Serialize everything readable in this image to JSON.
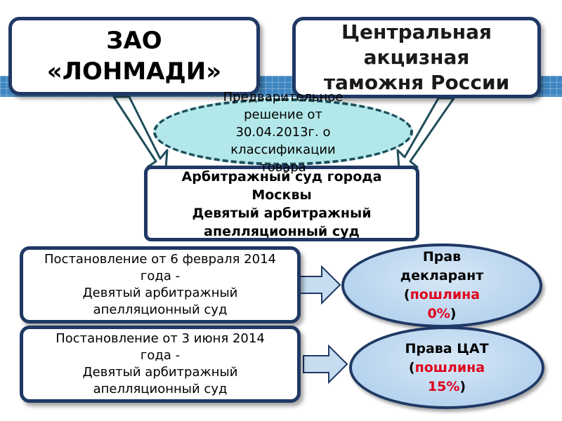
{
  "company": {
    "line1": "ЗАО",
    "line2": "«ЛОНМАДИ»"
  },
  "customs": {
    "line1": "Центральная",
    "line2": "акцизная",
    "line3": "таможня России"
  },
  "decision": {
    "text": "Предварительное решение от 30.04.2013г. о классификации товара"
  },
  "court": {
    "line1": "Арбитражный суд города",
    "line2": "Москвы",
    "line3": "Девятый арбитражный",
    "line4": "апелляционный суд"
  },
  "rulings": [
    {
      "line1": "Постановление от 6 февраля 2014",
      "line2": "года -",
      "line3": "Девятый арбитражный",
      "line4": "апелляционный суд"
    },
    {
      "line1": "Постановление от 3 июня 2014",
      "line2": "года -",
      "line3": "Девятый арбитражный",
      "line4": "апелляционный суд"
    }
  ],
  "outcomes": [
    {
      "line1": "Прав",
      "line2": "декларант",
      "open": "(",
      "duty_word": "пошлина",
      "duty_value": "0%",
      "close": ")"
    },
    {
      "line1": "Права ЦАТ",
      "open": "(",
      "duty_word": "пошлина",
      "duty_value": "15%",
      "close": ")"
    }
  ],
  "colors": {
    "box_border": "#1f3864",
    "band": "#3f87c2",
    "ellipse_fill": "#b3e8ea",
    "pill_fill": "#b7d3ee",
    "arrow_fill": "#c6dcef",
    "duty_text": "#e0001b"
  }
}
